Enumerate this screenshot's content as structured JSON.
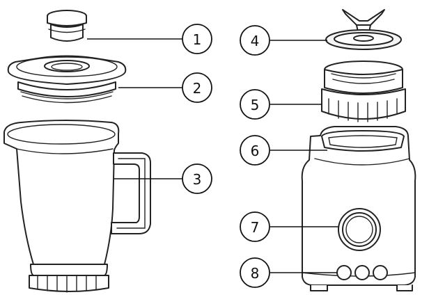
{
  "callouts": [
    {
      "id": "1",
      "part": "measuring-cap"
    },
    {
      "id": "2",
      "part": "jar-lid"
    },
    {
      "id": "3",
      "part": "blender-jar"
    },
    {
      "id": "4",
      "part": "blade-assembly"
    },
    {
      "id": "5",
      "part": "jar-base-collar"
    },
    {
      "id": "6",
      "part": "motor-base-coupling"
    },
    {
      "id": "7",
      "part": "control-knob"
    },
    {
      "id": "8",
      "part": "control-buttons"
    }
  ],
  "colors": {
    "line": "#222222",
    "fill": "#ffffff",
    "background": "#ffffff"
  }
}
